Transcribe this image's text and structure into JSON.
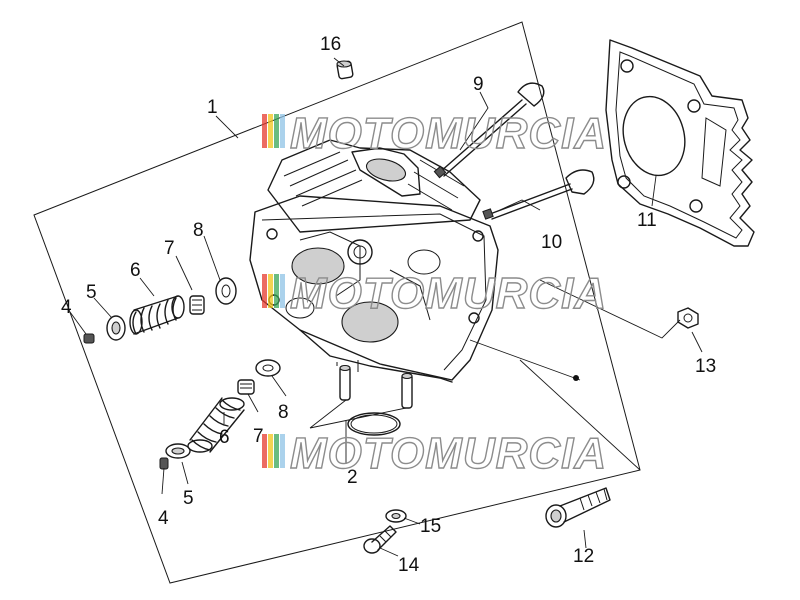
{
  "diagram": {
    "callouts": [
      {
        "id": "c1",
        "text": "1"
      },
      {
        "id": "c2",
        "text": "2"
      },
      {
        "id": "c4a",
        "text": "4"
      },
      {
        "id": "c4b",
        "text": "4"
      },
      {
        "id": "c5a",
        "text": "5"
      },
      {
        "id": "c5b",
        "text": "5"
      },
      {
        "id": "c6a",
        "text": "6"
      },
      {
        "id": "c6b",
        "text": "6"
      },
      {
        "id": "c7a",
        "text": "7"
      },
      {
        "id": "c7b",
        "text": "7"
      },
      {
        "id": "c8a",
        "text": "8"
      },
      {
        "id": "c8b",
        "text": "8"
      },
      {
        "id": "c9",
        "text": "9"
      },
      {
        "id": "c10",
        "text": "10"
      },
      {
        "id": "c11",
        "text": "11"
      },
      {
        "id": "c12",
        "text": "12"
      },
      {
        "id": "c13",
        "text": "13"
      },
      {
        "id": "c14",
        "text": "14"
      },
      {
        "id": "c15",
        "text": "15"
      },
      {
        "id": "c16",
        "text": "16"
      }
    ],
    "watermark": "MOTOMURCIA",
    "watermark_colors": [
      "#e63a2e",
      "#f0c419",
      "#3aa655",
      "#8fc3e6"
    ]
  }
}
